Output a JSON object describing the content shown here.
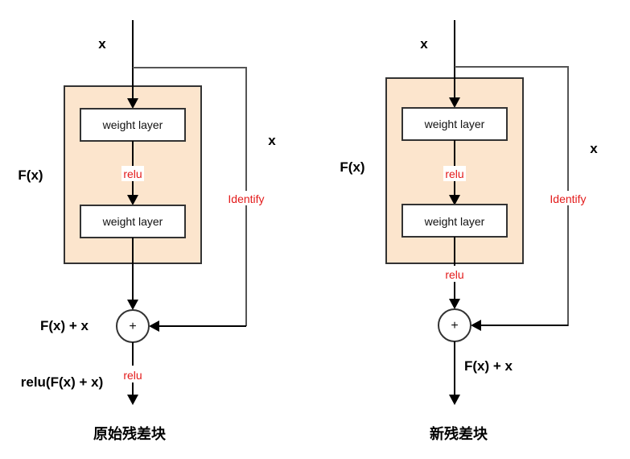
{
  "colors": {
    "block_fill": "#fce5cd",
    "block_stroke": "#333333",
    "arrow": "#000000",
    "skip_line": "#555555",
    "label_red": "#e31a1a"
  },
  "original_block": {
    "input_label": "x",
    "function_label": "F(x)",
    "skip_label": "x",
    "skip_annotation": "Identify",
    "layer1_label": "weight layer",
    "inner_activation": "relu",
    "layer2_label": "weight layer",
    "add_symbol": "+",
    "sum_label": "F(x) + x",
    "output_activation": "relu",
    "output_label": "relu(F(x) + x)",
    "title": "原始残差块"
  },
  "new_block": {
    "input_label": "x",
    "function_label": "F(x)",
    "skip_label": "x",
    "skip_annotation": "Identify",
    "layer1_label": "weight layer",
    "inner_activation": "relu",
    "layer2_label": "weight layer",
    "post_activation": "relu",
    "add_symbol": "+",
    "output_label": "F(x) + x",
    "title": "新残差块"
  }
}
